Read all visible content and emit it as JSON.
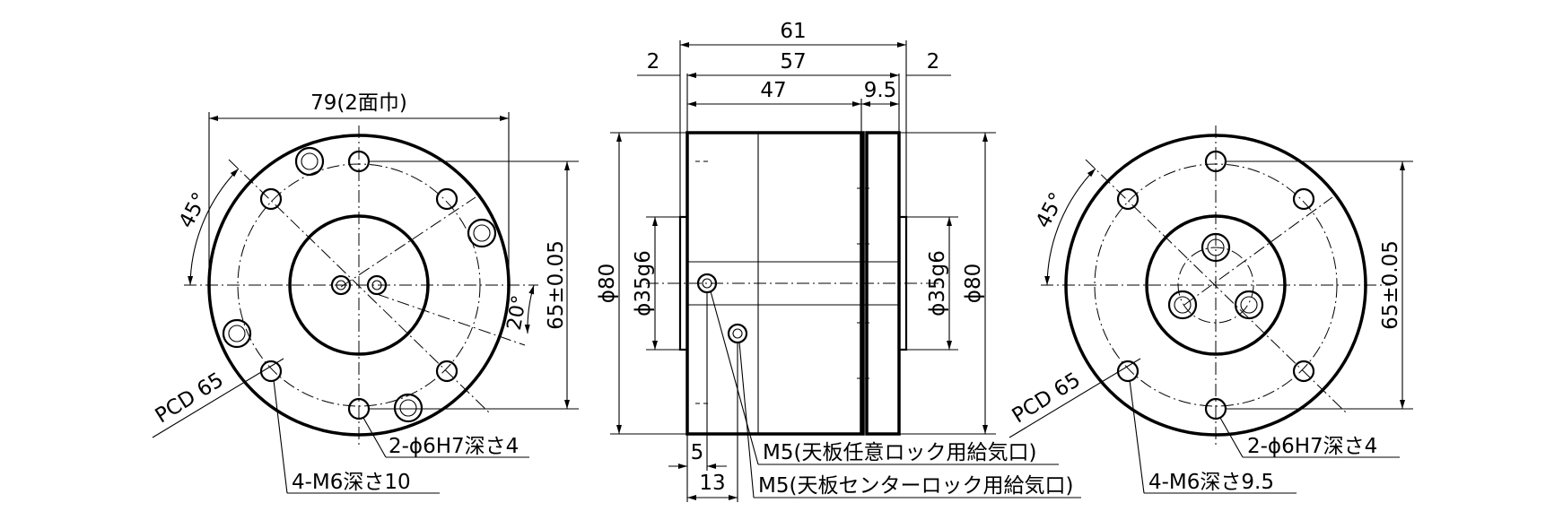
{
  "left_view": {
    "width_dim": "79(2面巾)",
    "angle_dim": "45°",
    "angle_small": "20°",
    "height_dim": "65±0.05",
    "pcd": "PCD 65",
    "hole_pin": "2-ϕ6H7深さ4",
    "hole_tap": "4-M6深さ10"
  },
  "side_view": {
    "overall": "61",
    "body": "57",
    "part_a": "47",
    "part_b": "9.5",
    "flange_left": "2",
    "flange_right": "2",
    "dia_left": "ϕ80",
    "dia_right": "ϕ80",
    "boss_left": "ϕ35g6",
    "boss_right": "ϕ35g6",
    "port_offset_1": "5",
    "port_offset_2": "13",
    "port_1": "M5(天板任意ロック用給気口)",
    "port_2": "M5(天板センターロック用給気口)"
  },
  "right_view": {
    "angle_dim": "45°",
    "height_dim": "65±0.05",
    "pcd": "PCD 65",
    "hole_pin": "2-ϕ6H7深さ4",
    "hole_tap": "4-M6深さ9.5"
  }
}
